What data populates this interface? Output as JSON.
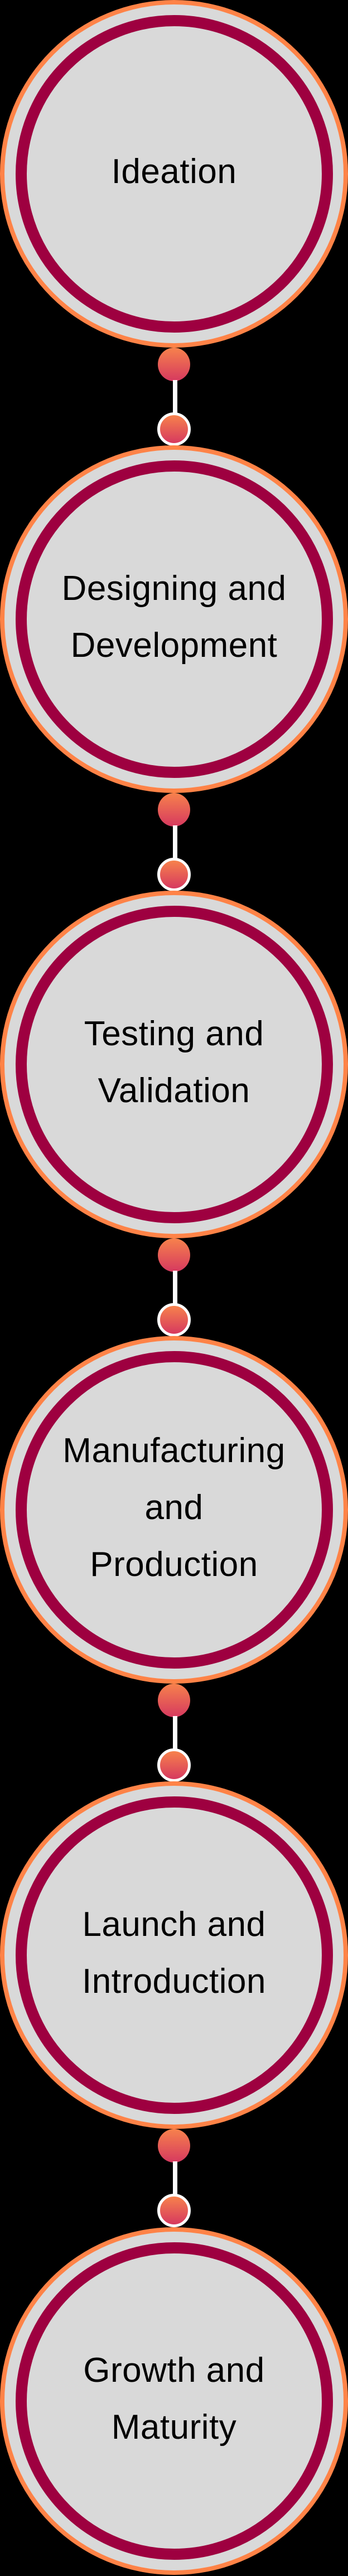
{
  "diagram": {
    "type": "vertical-process-flow",
    "colors": {
      "background": "#000000",
      "outer_ring": "#FF8347",
      "inner_ring": "#9E0040",
      "fill": "#D9D9D9",
      "text": "#000000",
      "connector_gradient_top": "#F7824C",
      "connector_gradient_bottom": "#D6395F",
      "connector_line": "#FFFFFF"
    },
    "stages": [
      {
        "index": 1,
        "label": "Ideation"
      },
      {
        "index": 2,
        "label": "Designing and\nDevelopment"
      },
      {
        "index": 3,
        "label": "Testing and\nValidation"
      },
      {
        "index": 4,
        "label": "Manufacturing\nand\nProduction"
      },
      {
        "index": 5,
        "label": "Launch and\nIntroduction"
      },
      {
        "index": 6,
        "label": "Growth and\nMaturity"
      }
    ]
  }
}
